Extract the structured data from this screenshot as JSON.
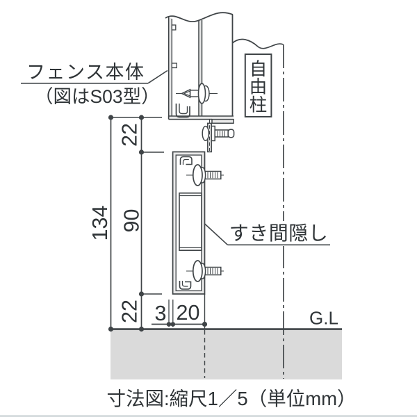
{
  "diagram": {
    "title_caption": "寸法図:縮尺1／5（単位mm）",
    "labels": {
      "fence_body": "フェンス本体",
      "fence_body_note": "（図はS03型）",
      "free_post_chars": [
        "自",
        "由",
        "柱"
      ],
      "gap_cover": "すき間隠し",
      "ground_level": "G.L"
    },
    "dimensions": {
      "overall_height": "134",
      "top_offset": "22",
      "cover_height": "90",
      "bottom_clearance": "22",
      "front_gap": "3",
      "cover_depth": "20"
    },
    "colors": {
      "line": "#3f4447",
      "text": "#2f3437",
      "ground_fill": "#dadada",
      "profile_fill": "#e9e9e9",
      "background": "#ffffff"
    }
  }
}
